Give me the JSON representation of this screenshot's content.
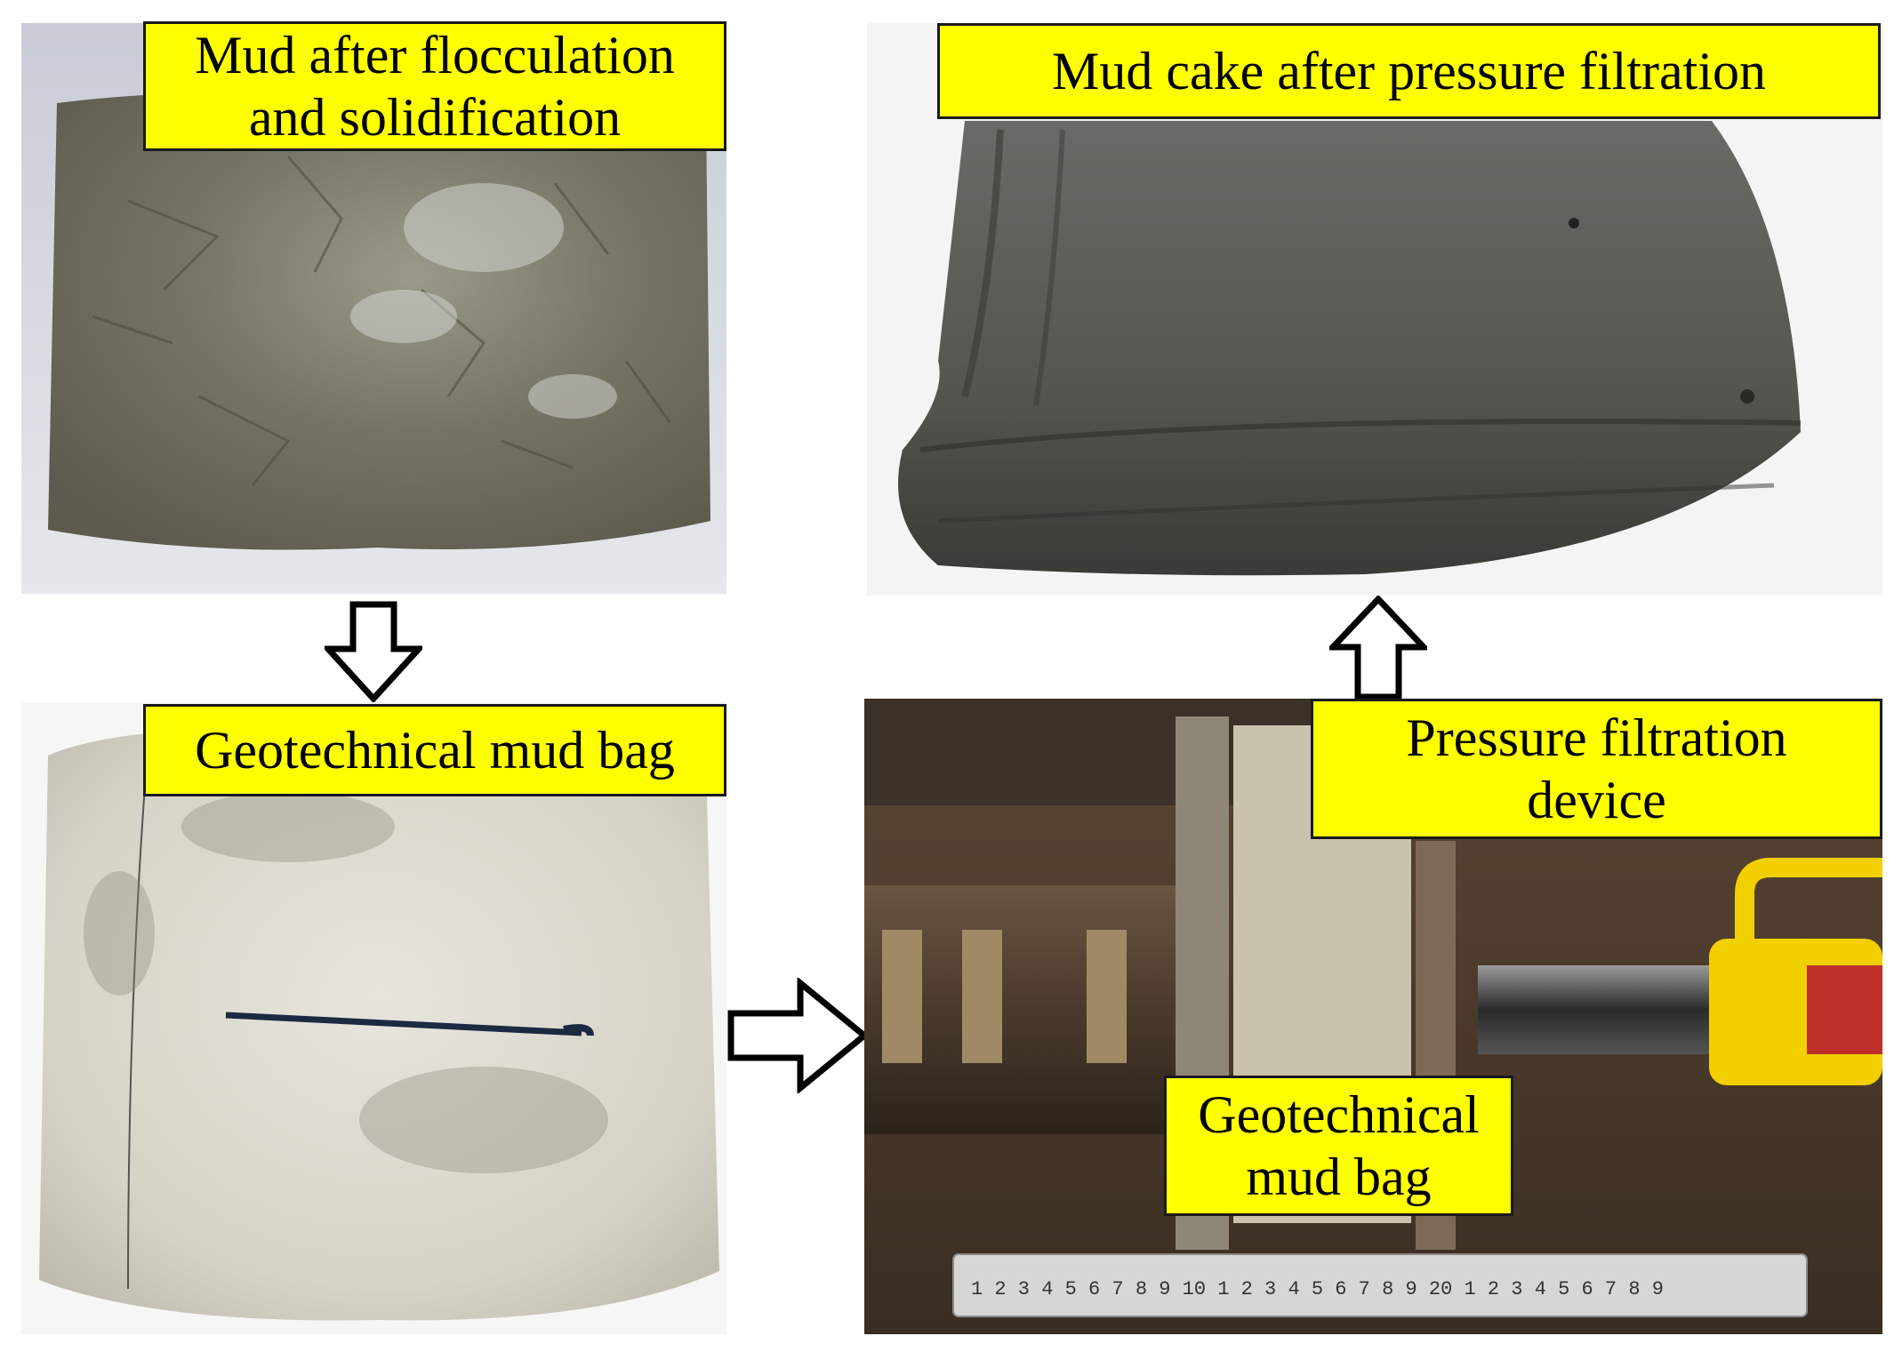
{
  "panels": {
    "mud_flocculation": {
      "label_lines": [
        "Mud after flocculation",
        "and solidification"
      ]
    },
    "mud_cake": {
      "label_lines": [
        "Mud cake after pressure filtration"
      ]
    },
    "mud_bag": {
      "label_lines": [
        "Geotechnical mud bag"
      ]
    },
    "filtration_device": {
      "label_lines": [
        "Pressure filtration",
        "device"
      ],
      "inner_label_lines": [
        "Geotechnical",
        "mud bag"
      ],
      "ruler_text": "1 2 3 4 5 6 7 8 9 10 1 2 3 4 5 6 7 8 9 20 1 2 3 4 5 6 7 8 9"
    }
  },
  "arrows": [
    "down",
    "right",
    "up"
  ],
  "colors": {
    "label_fill": "#ffff00",
    "label_border": "#1a1a1a",
    "mud": "#6e6c5e",
    "mud_cake": "#4a4a47",
    "bag": "#dcdad2",
    "hydraulic_jack": "#f2d000"
  }
}
